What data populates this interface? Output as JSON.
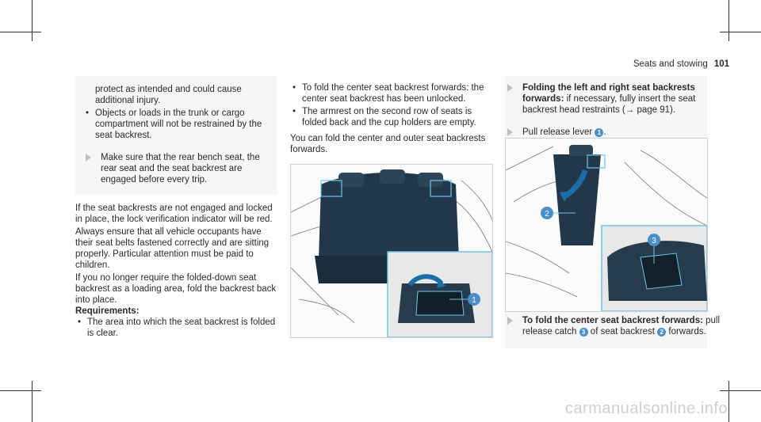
{
  "header": {
    "section": "Seats and stowing",
    "page_number": "101"
  },
  "left": {
    "box_para": "protect as intended and could cause additional injury.",
    "box_bullet": "Objects or loads in the trunk or cargo compartment will not be restrained by the seat backrest.",
    "box_step": "Make sure that the rear bench seat, the rear seat and the seat backrest are engaged before every trip.",
    "para1": "If the seat backrests are not engaged and locked in place, the lock verification indicator will be red.",
    "para2": "Always ensure that all vehicle occupants have their seat belts fastened correctly and are sitting properly. Particular attention must be paid to children.",
    "para3": "If you no longer require the folded-down seat backrest as a loading area, fold the backrest back into place.",
    "req_heading": "Requirements:",
    "req_bullet": "The area into which the seat backrest is folded is clear."
  },
  "middle": {
    "bullet1": "To fold the center seat backrest forwards: the center seat backrest has been unlocked.",
    "bullet2": "The armrest on the second row of seats is folded back and the cup holders are empty.",
    "para": "You can fold the center and outer seat backrests forwards.",
    "callout1": "1"
  },
  "right": {
    "step1_bold": "Folding the left and right seat backrests forwards:",
    "step1_text": " if necessary, fully insert the seat backrest head restraints (",
    "step1_ref": "→ page 91",
    "step1_end": ").",
    "step2_text": "Pull release lever ",
    "step2_num": "1",
    "step2_end": ".",
    "callout2": "2",
    "callout3": "3",
    "step3_bold": "To fold the center seat backrest forwards:",
    "step3_a": " pull release catch ",
    "step3_num3": "3",
    "step3_b": " of seat backrest ",
    "step3_num2": "2",
    "step3_c": " forwards."
  },
  "watermark": "carmanualsonline.info",
  "colors": {
    "accent": "#4a8fc9",
    "highlight": "#6fc3ea",
    "seat": "#243a4a"
  }
}
